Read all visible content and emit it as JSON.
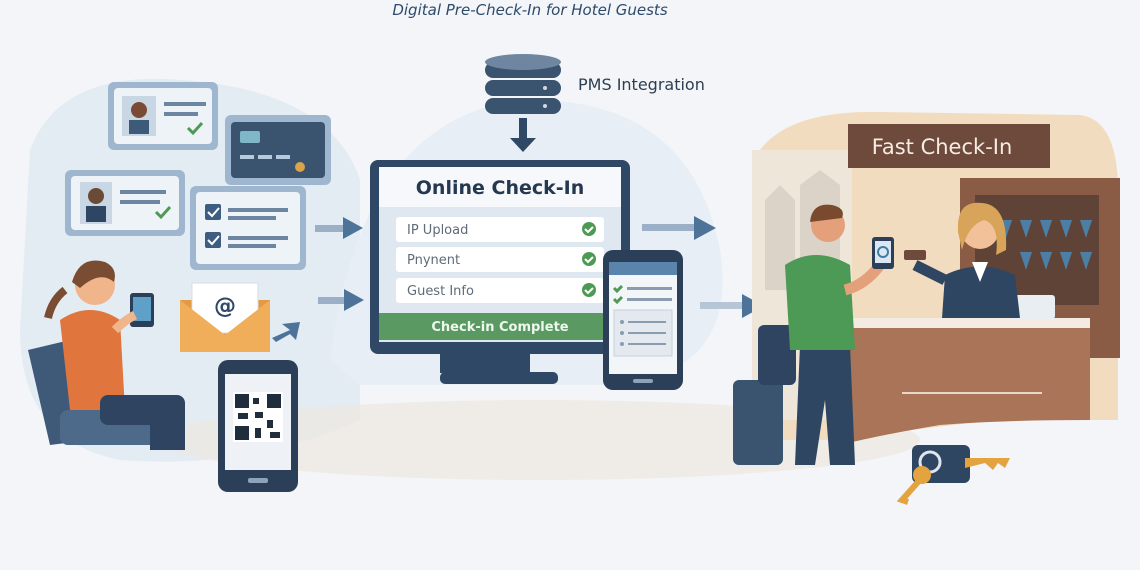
{
  "title": "Digital Pre-Check-In for Hotel Guests",
  "pms_label": "PMS Integration",
  "monitor": {
    "heading": "Online Check-In",
    "rows": [
      "IP Upload",
      "Pnynent",
      "Guest Info"
    ],
    "complete_label": "Check-in Complete"
  },
  "envelope_symbol": "@",
  "desk_sign": "Fast Check-In",
  "colors": {
    "accent_blue": "#4d7399",
    "success_green": "#5a9a62",
    "sign_brown": "#6e4a3c",
    "navy": "#2e4661"
  }
}
